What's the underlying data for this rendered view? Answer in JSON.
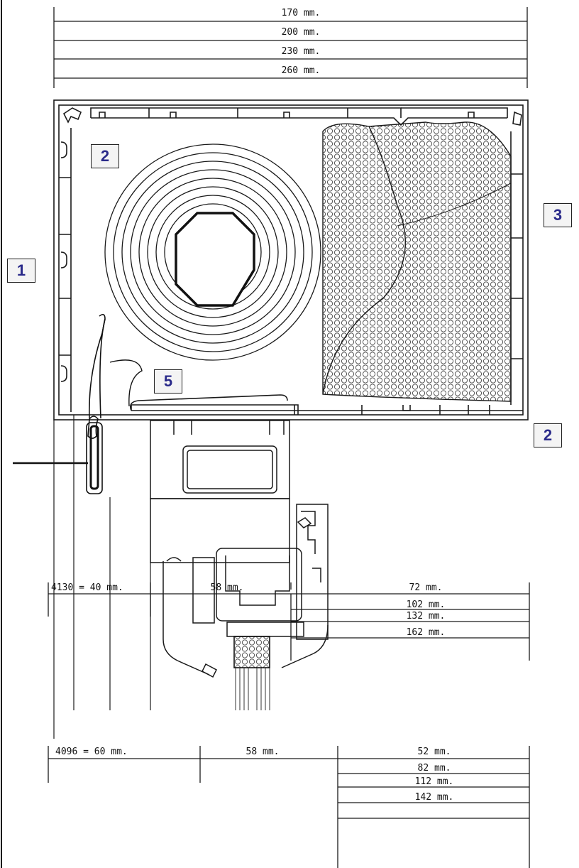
{
  "top_dimensions": [
    "170 mm.",
    "200 mm.",
    "230 mm.",
    "260 mm."
  ],
  "callouts": {
    "c1": "1",
    "c2_top": "2",
    "c3": "3",
    "c5": "5",
    "c2_right": "2"
  },
  "bottom_row1": {
    "left": "4130 = 40 mm.",
    "mid": "58 mm.",
    "right": [
      "72 mm.",
      "102 mm.",
      "132 mm.",
      "162 mm."
    ]
  },
  "bottom_row2": {
    "left": "4096 = 60 mm.",
    "mid": "58 mm.",
    "right": [
      "52 mm.",
      "82 mm.",
      "112 mm.",
      "142 mm."
    ]
  },
  "colors": {
    "line": "#1a1a1a",
    "callout_text": "#2a2a8a"
  }
}
